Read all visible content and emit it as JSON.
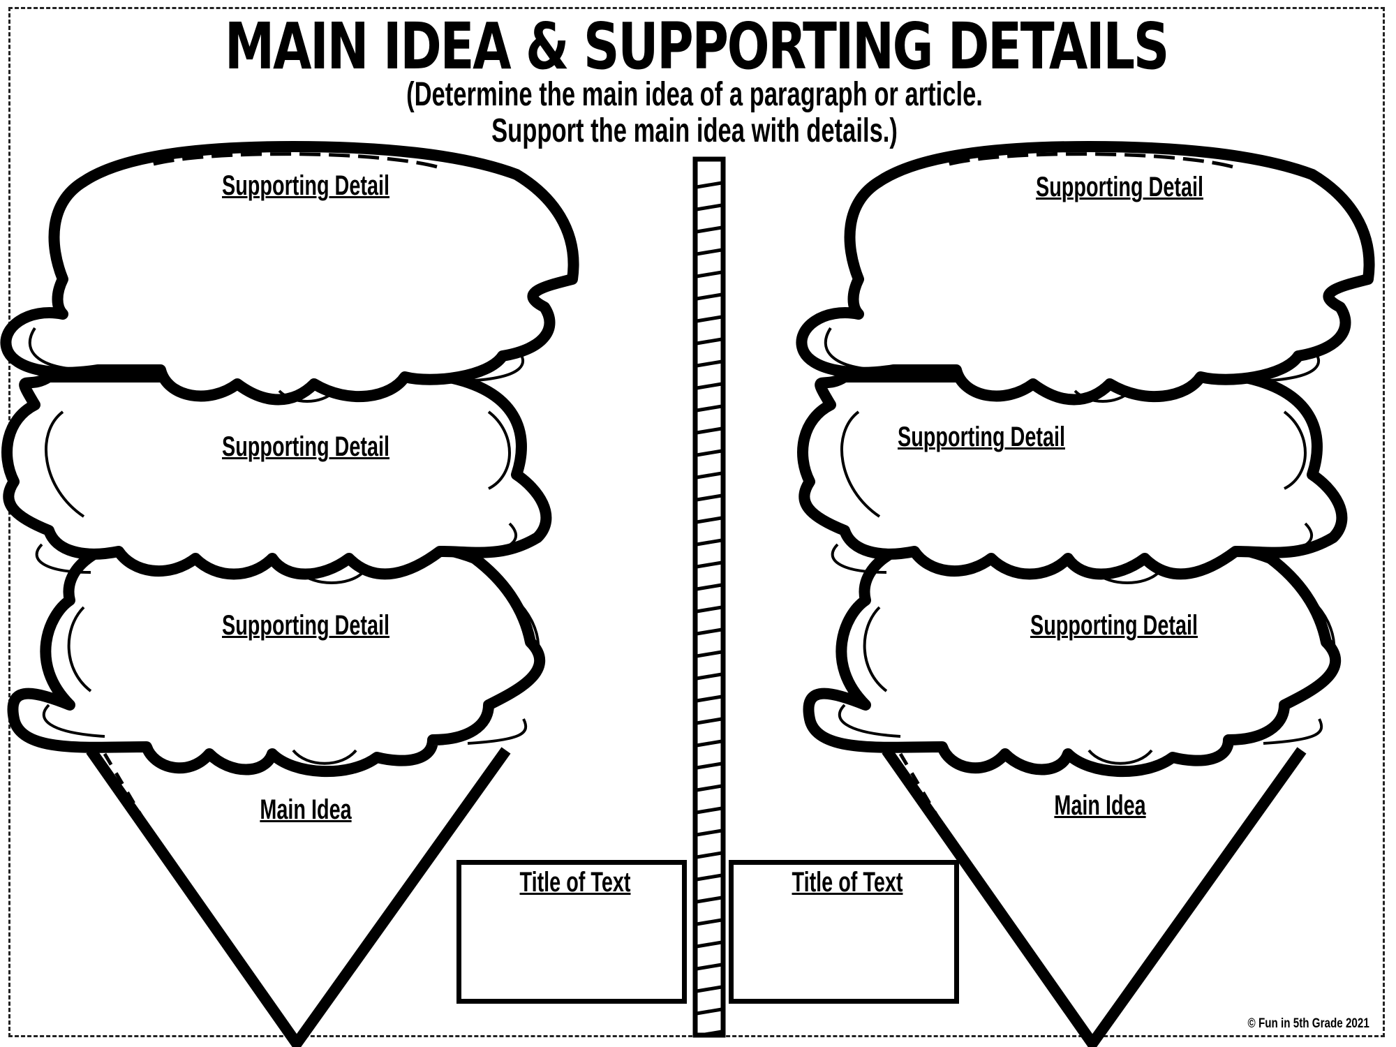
{
  "header": {
    "title": "MAIN IDEA & SUPPORTING DETAILS",
    "subtitle_line1": "(Determine the main idea of a paragraph or article.",
    "subtitle_line2": "Support the main idea with details.)"
  },
  "left_cone": {
    "scoop_top_label": "Supporting Detail",
    "scoop_middle_label": "Supporting Detail",
    "scoop_bottom_label": "Supporting Detail",
    "cone_label": "Main Idea",
    "title_box_label": "Title of Text"
  },
  "right_cone": {
    "scoop_top_label": "Supporting Detail",
    "scoop_middle_label": "Supporting Detail",
    "scoop_bottom_label": "Supporting Detail",
    "cone_label": "Main Idea",
    "title_box_label": "Title of Text"
  },
  "footer": {
    "copyright": "© Fun in 5th Grade 2021"
  }
}
